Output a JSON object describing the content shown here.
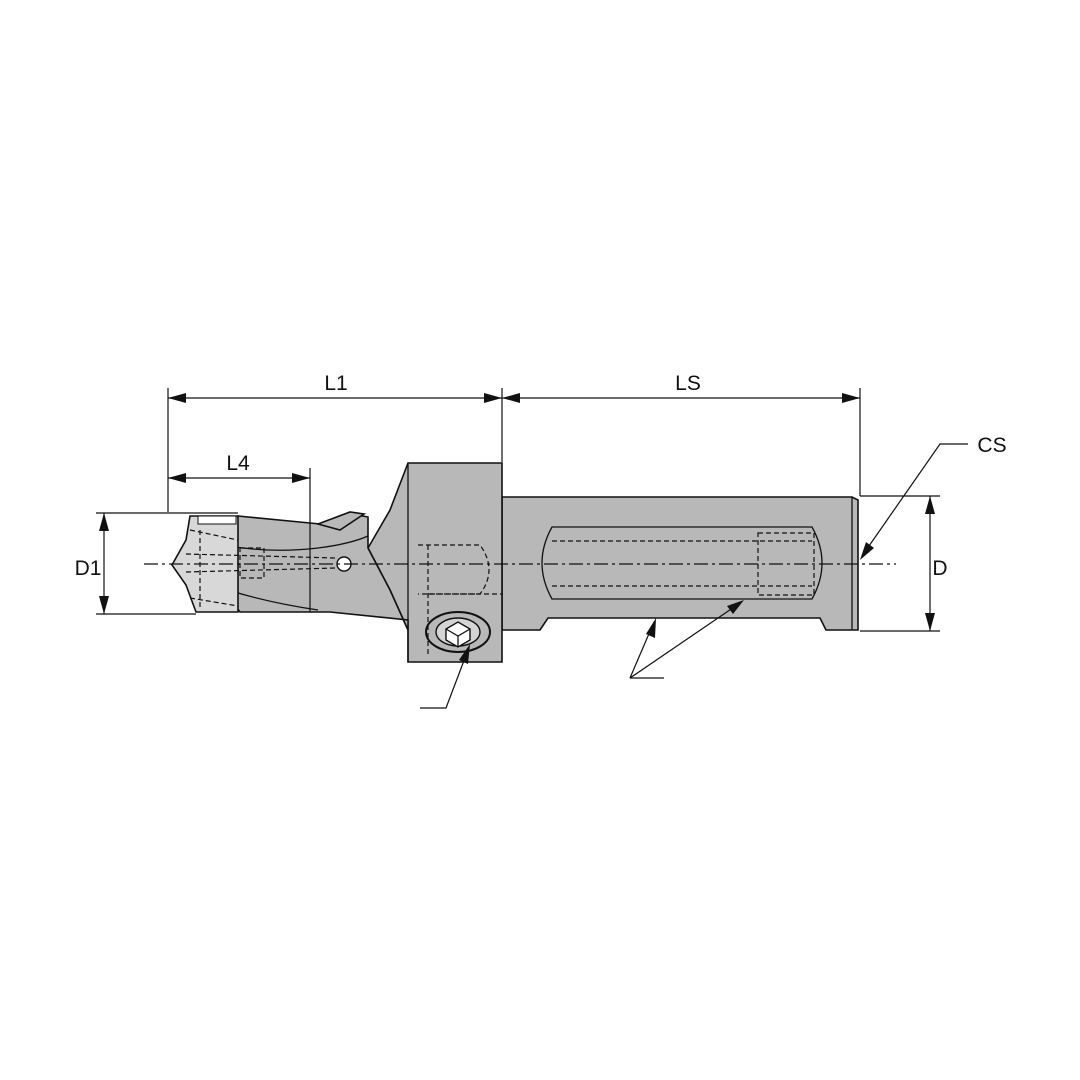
{
  "labels": {
    "l1": "L1",
    "ls": "LS",
    "l4": "L4",
    "d1": "D1",
    "d": "D",
    "cs": "CS"
  },
  "colors": {
    "body_fill": "#b8b8b8",
    "line": "#111111",
    "background": "#ffffff"
  }
}
